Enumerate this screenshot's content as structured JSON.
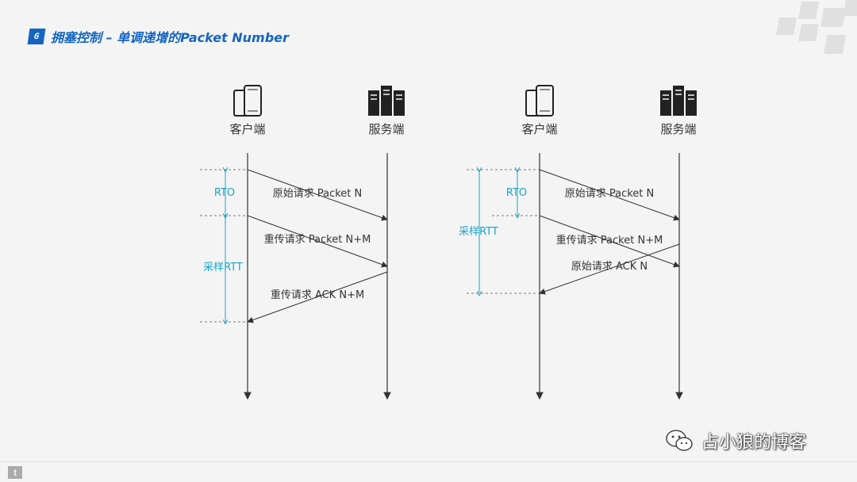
{
  "header": {
    "badge": "6",
    "title": "拥塞控制 – 单调递增的Packet Number"
  },
  "diagrams": [
    {
      "client_label": "客户端",
      "server_label": "服务端",
      "rto_label": "RTO",
      "rtt_label": "采样RTT",
      "messages": [
        "原始请求 Packet N",
        "重传请求 Packet N+M",
        "重传请求 ACK N+M"
      ]
    },
    {
      "client_label": "客户端",
      "server_label": "服务端",
      "rto_label": "RTO",
      "rtt_label": "采样RTT",
      "messages": [
        "原始请求 Packet N",
        "重传请求 Packet N+M",
        "原始请求 ACK N"
      ]
    }
  ],
  "watermark": {
    "icon": "wechat-icon",
    "text": "占小狼的博客"
  },
  "footer": {
    "logo_icon": "brand-logo-icon"
  },
  "colors": {
    "accent": "#1565c0",
    "annotation": "#1aa3c9",
    "line": "#333333"
  }
}
